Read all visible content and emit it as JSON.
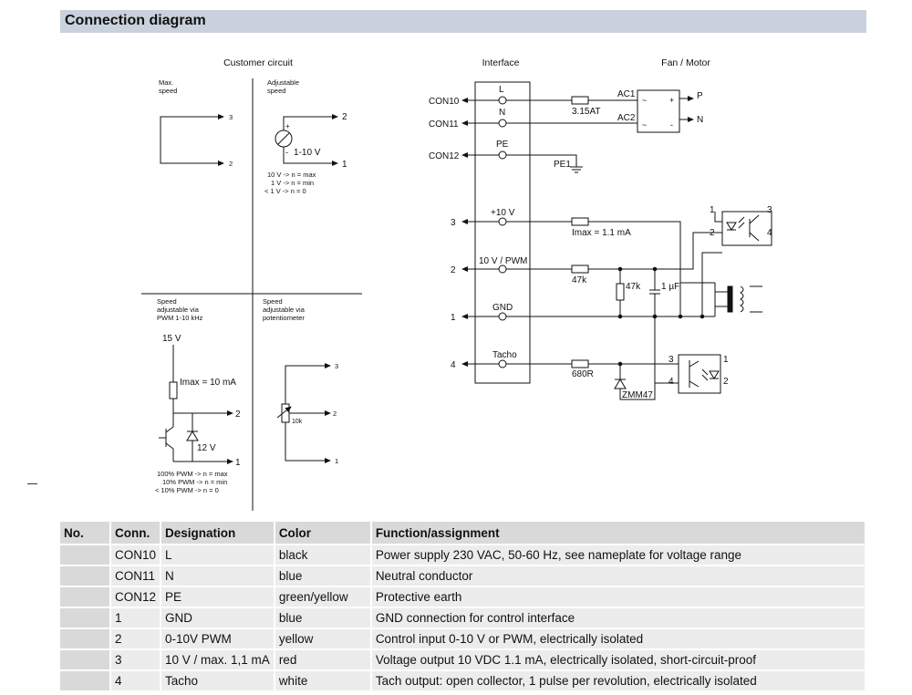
{
  "section": {
    "title": "Connection diagram"
  },
  "diagram": {
    "headers": {
      "customer": "Customer circuit",
      "interface": "Interface",
      "fan": "Fan / Motor"
    },
    "quadrants": {
      "max_speed": {
        "label_1": "Max.",
        "label_2": "speed",
        "pin_a": "3",
        "pin_b": "2"
      },
      "adjustable": {
        "label_1": "Adjustable",
        "label_2": "speed",
        "pin_a": "2",
        "pin_b": "1",
        "source_plus": "+",
        "source_minus": "-",
        "voltage": "1-10 V",
        "note_1": "10 V -> n = max",
        "note_2": "1 V -> n = min",
        "note_3": "< 1 V -> n = 0"
      },
      "pwm": {
        "label_1": "Speed",
        "label_2": "adjustable via",
        "label_3": "PWM 1-10 kHz",
        "supply": "15 V",
        "imax": "Imax = 10 mA",
        "zener": "12 V",
        "pin_a": "2",
        "pin_b": "1",
        "note_1": "100% PWM -> n = max",
        "note_2": "10% PWM -> n = min",
        "note_3": "< 10% PWM -> n = 0"
      },
      "pot": {
        "label_1": "Speed",
        "label_2": "adjustable via",
        "label_3": "potentiometer",
        "pot_value": "10k",
        "pin_a": "3",
        "pin_b": "2",
        "pin_c": "1"
      }
    },
    "interface": {
      "con10": "CON10",
      "con11": "CON11",
      "con12": "CON12",
      "l": "L",
      "n": "N",
      "pe": "PE",
      "fuse": "3.15AT",
      "ac1": "AC1",
      "ac2": "AC2",
      "p": "P",
      "n_out": "N",
      "pe1": "PE1",
      "tilde": "~",
      "plus": "+",
      "minus": "-",
      "pin3": "3",
      "pin2": "2",
      "pin1": "1",
      "pin4": "4",
      "v10": "+10 V",
      "imax": "Imax = 1.1 mA",
      "pwm": "10 V / PWM",
      "r47k": "47k",
      "r47k_2": "47k",
      "cap": "1 µF",
      "gnd": "GND",
      "tacho": "Tacho",
      "r680": "680R",
      "zmm": "ZMM47",
      "opto1": {
        "p1": "1",
        "p2": "2",
        "p3": "3",
        "p4": "4"
      },
      "opto2": {
        "p1": "1",
        "p2": "2",
        "p3": "3",
        "p4": "4"
      }
    }
  },
  "table": {
    "headers": [
      "No.",
      "Conn.",
      "Designation",
      "Color",
      "Function/assignment"
    ],
    "rows": [
      [
        "",
        "CON10",
        "L",
        "black",
        "Power supply 230 VAC, 50-60 Hz, see nameplate for voltage range"
      ],
      [
        "",
        "CON11",
        "N",
        "blue",
        "Neutral conductor"
      ],
      [
        "",
        "CON12",
        "PE",
        "green/yellow",
        "Protective earth"
      ],
      [
        "",
        "1",
        "GND",
        "blue",
        "GND connection for control interface"
      ],
      [
        "",
        "2",
        "0-10V PWM",
        "yellow",
        "Control input 0-10 V or PWM, electrically isolated"
      ],
      [
        "",
        "3",
        "10 V / max. 1,1 mA",
        "red",
        "Voltage output 10 VDC 1.1 mA, electrically isolated, short-circuit-proof"
      ],
      [
        "",
        "4",
        "Tacho",
        "white",
        "Tach output: open collector, 1 pulse per revolution, electrically isolated"
      ]
    ]
  }
}
